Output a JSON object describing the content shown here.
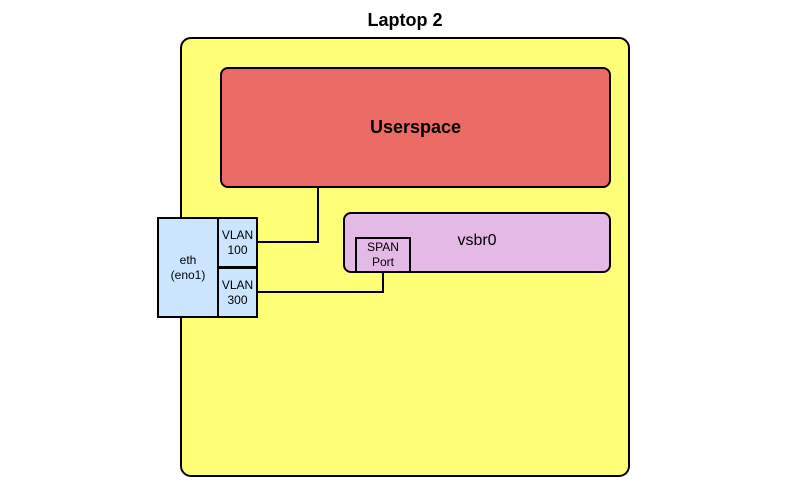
{
  "title": "Laptop 2",
  "userspace": {
    "label": "Userspace"
  },
  "bridge": {
    "label": "vsbr0"
  },
  "span_port": {
    "line1": "SPAN",
    "line2": "Port"
  },
  "eth": {
    "line1": "eth",
    "line2": "(eno1)"
  },
  "vlans": [
    {
      "line1": "VLAN",
      "line2": "100"
    },
    {
      "line1": "VLAN",
      "line2": "300"
    }
  ],
  "colors": {
    "laptop_fill": "#FFFF77",
    "userspace_fill": "#EA6B66",
    "bridge_fill": "#E4B9E6",
    "interface_fill": "#CCE5FF",
    "border": "#000000"
  }
}
